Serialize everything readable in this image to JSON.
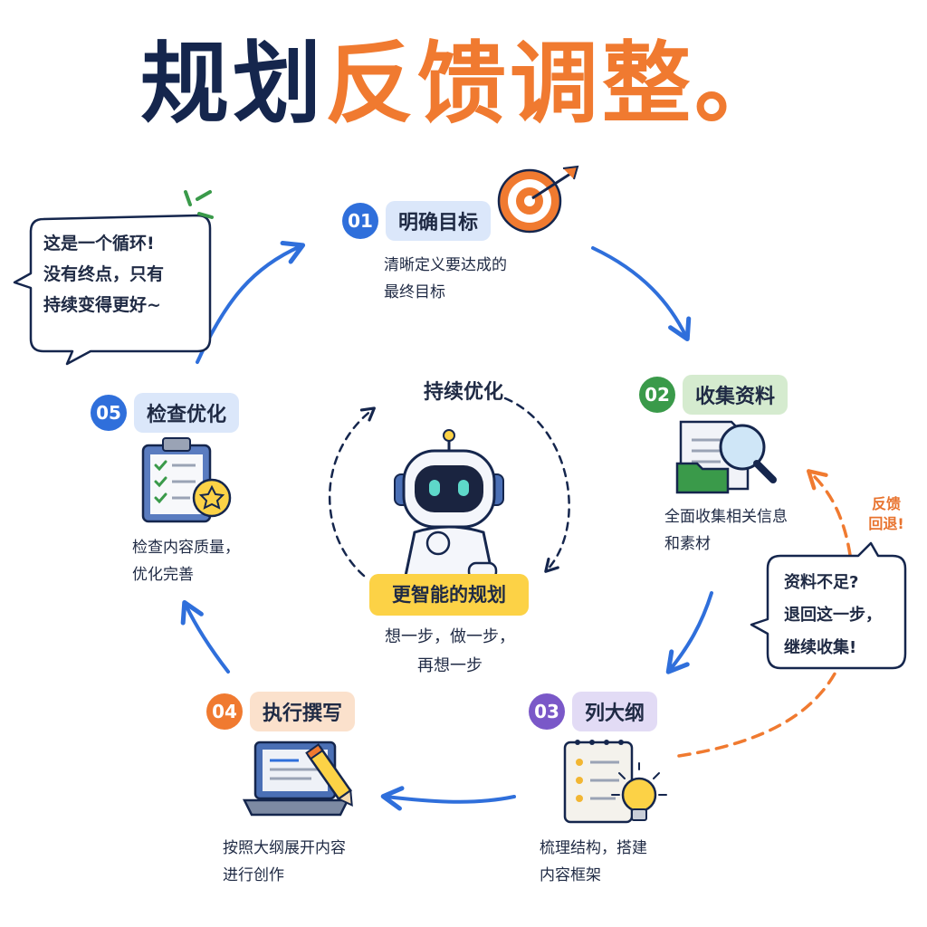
{
  "title": {
    "part1": "规划",
    "part2": "反馈调整。"
  },
  "colors": {
    "navy": "#15264d",
    "orange": "#f07a30",
    "blue": "#2f6fdb",
    "green": "#3a9a4a",
    "purple": "#7a58c8",
    "yellow": "#fcd246"
  },
  "steps": [
    {
      "num": "01",
      "title": "明确目标",
      "desc": "清晰定义要达成的\n最终目标",
      "icon": "target-icon"
    },
    {
      "num": "02",
      "title": "收集资料",
      "desc": "全面收集相关信息\n和素材",
      "icon": "document-magnifier-icon"
    },
    {
      "num": "03",
      "title": "列大纲",
      "desc": "梳理结构，搭建\n内容框架",
      "icon": "notebook-lightbulb-icon"
    },
    {
      "num": "04",
      "title": "执行撰写",
      "desc": "按照大纲展开内容\n进行创作",
      "icon": "laptop-pencil-icon"
    },
    {
      "num": "05",
      "title": "检查优化",
      "desc": "检查内容质量，\n优化完善",
      "icon": "clipboard-checklist-icon"
    }
  ],
  "center": {
    "top_label": "持续优化",
    "badge": "更智能的规划",
    "desc": "想一步，做一步，\n再想一步",
    "icon": "robot-thinking-icon"
  },
  "bubbles": {
    "left": "这是一个循环!\n没有终点，只有\n持续变得更好~",
    "right": "资料不足?\n退回这一步，\n继续收集!"
  },
  "feedback_tag": "反馈\n回退!"
}
